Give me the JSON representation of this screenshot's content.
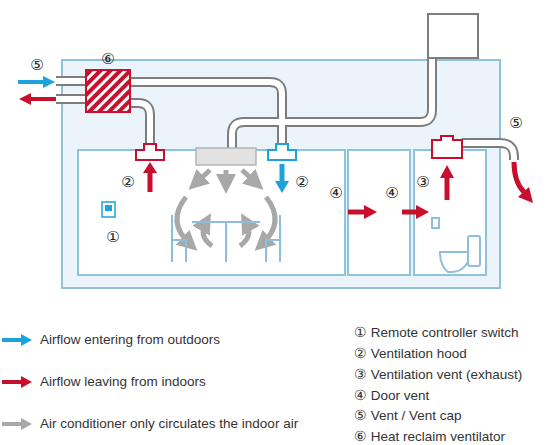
{
  "diagram": {
    "labels": [
      "⑤",
      "⑥",
      "②",
      "②",
      "①",
      "④",
      "④",
      "③",
      "⑤",
      "① Remote controller switch",
      "② Ventilation hood",
      "③ Ventilation vent (exhaust)",
      "④ Door vent",
      "⑤ Vent / Vent cap",
      "⑥ Heat reclaim ventilator"
    ],
    "legend": [
      {
        "text": "Airflow entering from outdoors"
      },
      {
        "text": "Airflow leaving from indoors"
      },
      {
        "text": "Air conditioner only circulates the indoor air"
      }
    ]
  }
}
